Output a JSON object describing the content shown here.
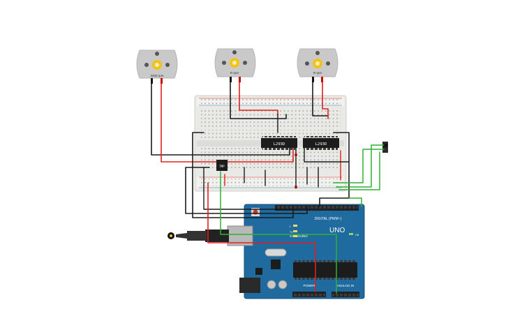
{
  "motors": [
    {
      "label": "3300 rpm"
    },
    {
      "label": "R rpm"
    },
    {
      "label": "R rpm"
    }
  ],
  "chips": {
    "driver_left": "L293D",
    "driver_right": "L293D",
    "sensor": "TMP"
  },
  "arduino": {
    "brand": "ARDUINO",
    "model": "UNO",
    "digital_label": "DIGITAL (PWM~)",
    "analog_label": "ANALOG IN",
    "power_label": "POWER",
    "tx_label": "TX",
    "rx_label": "RX",
    "on_label": "ON",
    "l_label": "L"
  },
  "colors": {
    "wire_red": "#e0201b",
    "wire_black": "#1a1a1a",
    "wire_green": "#2db236",
    "board_blue": "#1f6a9e",
    "breadboard": "#e9e9e6",
    "motor_body": "#c9c9c9",
    "motor_gear": "#f2c21b"
  }
}
